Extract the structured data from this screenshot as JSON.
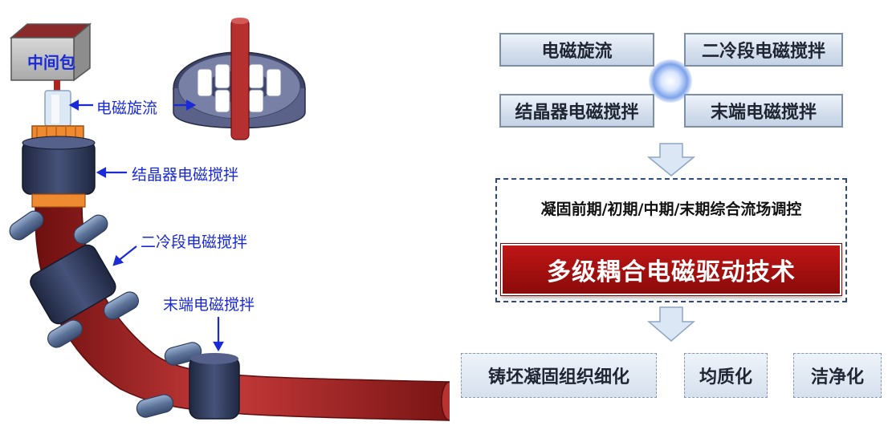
{
  "diagram": {
    "tundish_label": "中间包",
    "callouts": {
      "rotating": "电磁旋流",
      "mold": "结晶器电磁搅拌",
      "secondary": "二冷段电磁搅拌",
      "final": "末端电磁搅拌"
    },
    "methods": [
      "电磁旋流",
      "二冷段电磁搅拌",
      "结晶器电磁搅拌",
      "末端电磁搅拌"
    ],
    "stage_control": "凝固前期/初期/中期/末期综合流场调控",
    "core_technology": "多级耦合电磁驱动技术",
    "results": [
      "铸坯凝固组织细化",
      "均质化",
      "洁净化"
    ],
    "colors": {
      "accent_red": "#a30f0f",
      "callout_blue": "#1a2bd6",
      "box_blue": "#d3deec",
      "strand_red": "#a32020",
      "stirrer_navy": "#2f3a58"
    }
  }
}
